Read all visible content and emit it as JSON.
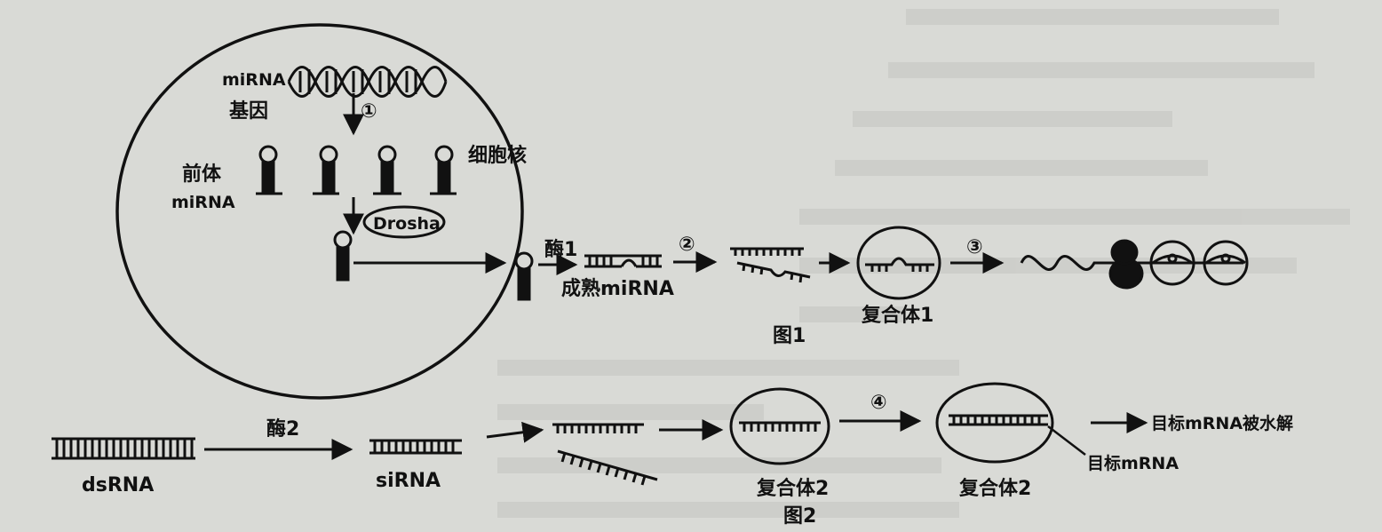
{
  "figure1": {
    "gene_label_line1": "miRNA",
    "gene_label_line2": "基因",
    "step1": "①",
    "nucleus_label": "细胞核",
    "pre_label_line1": "前体",
    "pre_label_line2": "miRNA",
    "drosha_label": "Drosha",
    "enzyme1_label": "酶1",
    "mature_label": "成熟miRNA",
    "step2": "②",
    "complex1_label": "复合体1",
    "step3": "③",
    "caption": "图1"
  },
  "figure2": {
    "dsrna_label": "dsRNA",
    "enzyme2_label": "酶2",
    "sirna_label": "siRNA",
    "complex2a_label": "复合体2",
    "step4": "④",
    "complex2b_label": "复合体2",
    "target_mrna_label": "目标mRNA",
    "result_label": "目标mRNA被水解",
    "caption": "图2"
  },
  "colors": {
    "paper": "#d9dad6",
    "ink": "#111111"
  }
}
